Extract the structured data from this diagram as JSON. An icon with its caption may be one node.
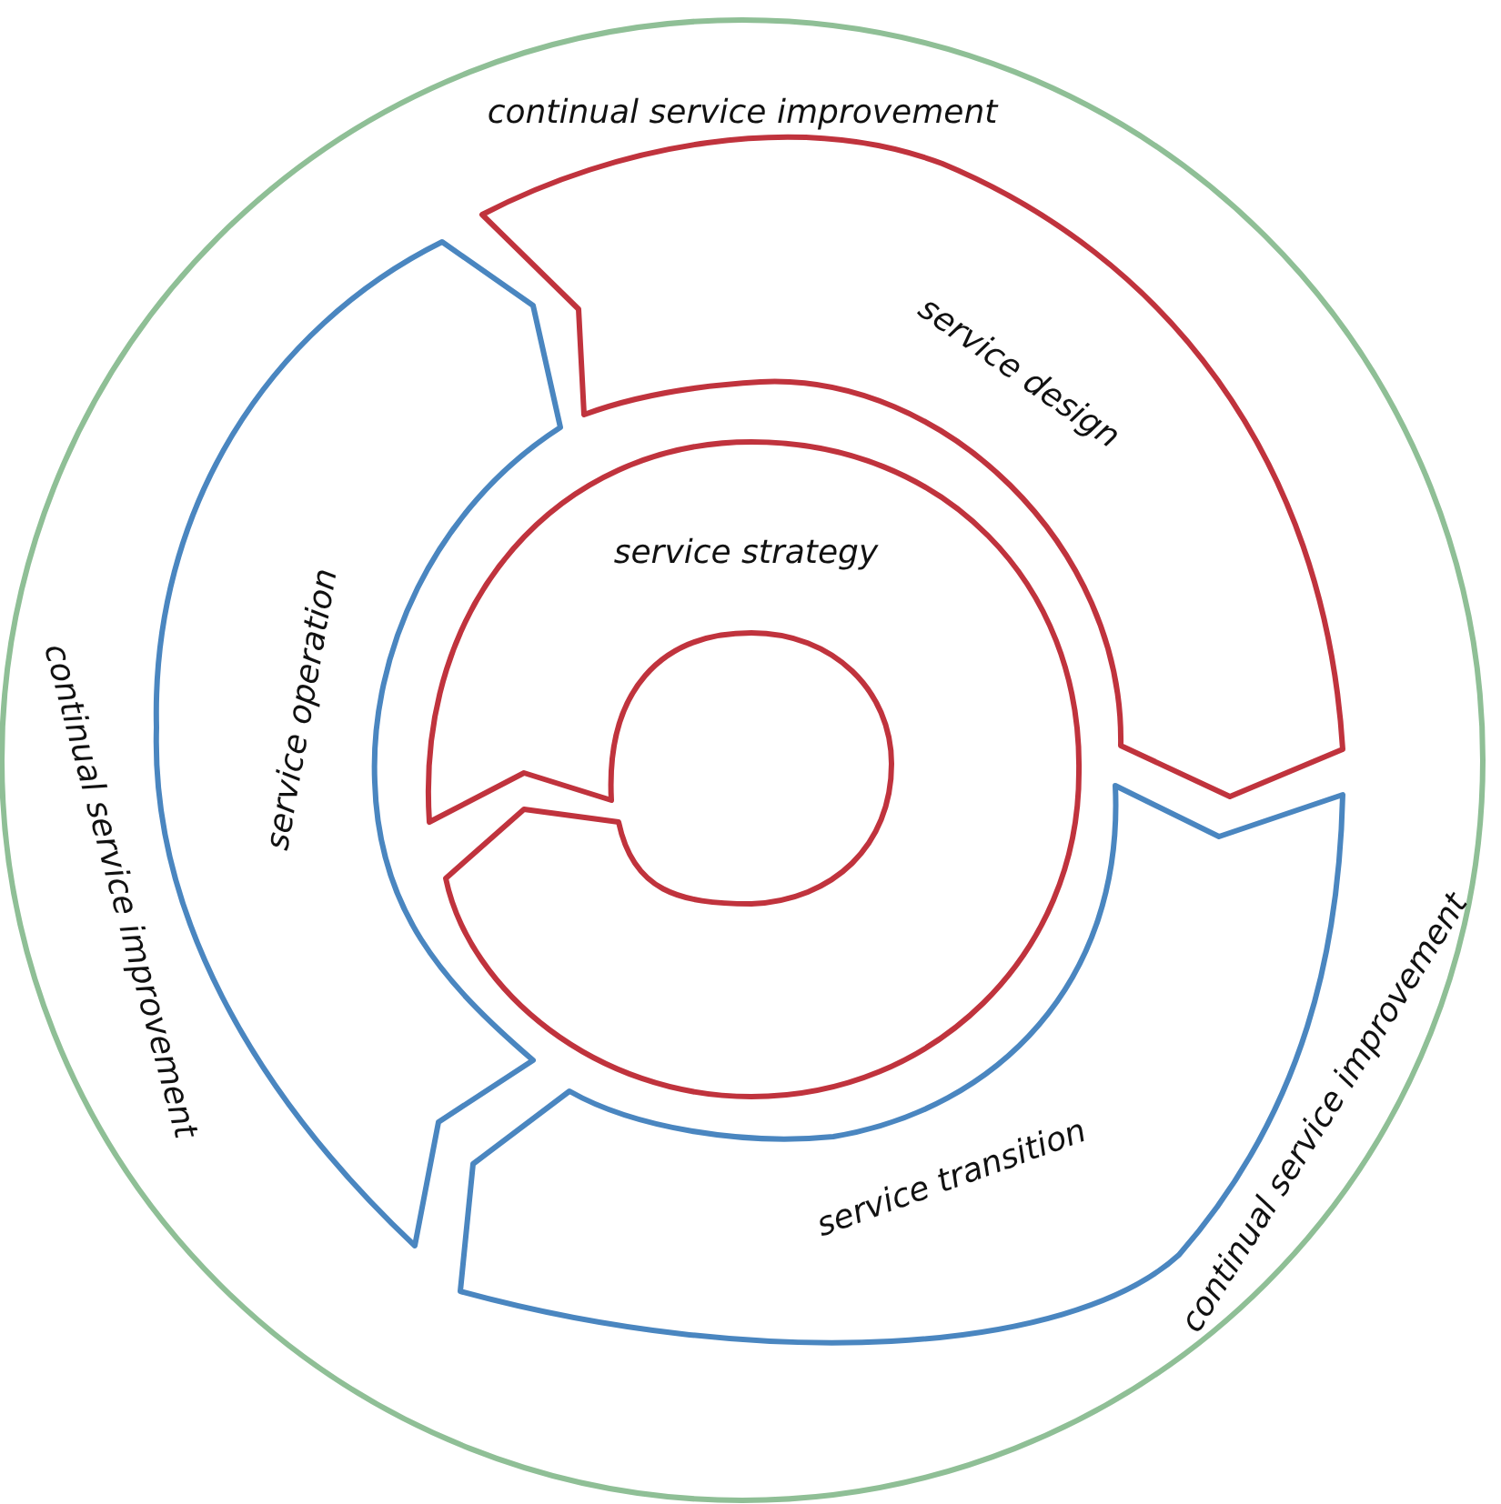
{
  "diagram": {
    "nodes": [
      {
        "text": [
          "continual service improvement",
          "continual service improvement",
          "continual service improvement"
        ]
      },
      {
        "text": [
          "service strategy"
        ],
        "in": 0
      },
      {
        "text": [
          "service design"
        ],
        "in": 0
      },
      {
        "text": [
          "service transition"
        ],
        "in": 0
      },
      {
        "text": [
          "service operation"
        ],
        "in": 0
      }
    ]
  }
}
